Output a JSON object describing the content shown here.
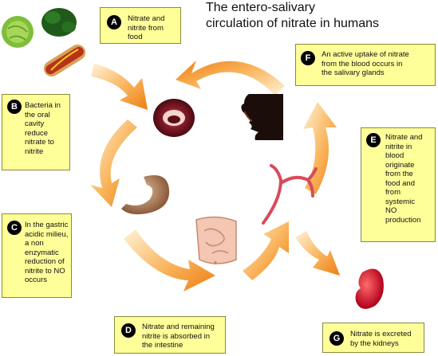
{
  "title": {
    "line1": "The entero-salivary",
    "line2": "circulation of nitrate in humans"
  },
  "boxes": {
    "A": {
      "letter": "A",
      "lines": [
        "Nitrate and",
        "nitrite from",
        "food"
      ]
    },
    "B": {
      "letter": "B",
      "lines": [
        "Bacteria in",
        "the oral",
        "cavity",
        "reduce",
        "nitrate to",
        "nitrite"
      ]
    },
    "C": {
      "letter": "C",
      "lines": [
        "In the gastric",
        "acidic milieu,",
        "a non",
        "enzymatic",
        "reduction of",
        "nitrite to NO",
        "occurs"
      ]
    },
    "D": {
      "letter": "D",
      "lines": [
        "Nitrate and remaining",
        "nitrite is absorbed in",
        "the intestine"
      ]
    },
    "E": {
      "letter": "E",
      "lines": [
        "Nitrate and",
        "nitrite in",
        "blood",
        "originate",
        "from the",
        "food and",
        "from",
        "systemic",
        "NO",
        "production"
      ]
    },
    "F": {
      "letter": "F",
      "lines": [
        "An active uptake of nitrate",
        "from the blood occurs in",
        "the salivary glands"
      ]
    },
    "G": {
      "letter": "G",
      "lines": [
        "Nitrate is excreted",
        "by the kidneys"
      ]
    }
  },
  "colors": {
    "box_fill": "#ffff99",
    "arrow_light": "#fde3b8",
    "arrow_dark": "#f08a1e",
    "badge": "#000000"
  },
  "icons": [
    "lettuce-icon",
    "spinach-icon",
    "hotdog-icon",
    "mouth-icon",
    "face-silhouette-icon",
    "stomach-icon",
    "intestine-icon",
    "blood-vessel-icon",
    "kidney-icon"
  ]
}
